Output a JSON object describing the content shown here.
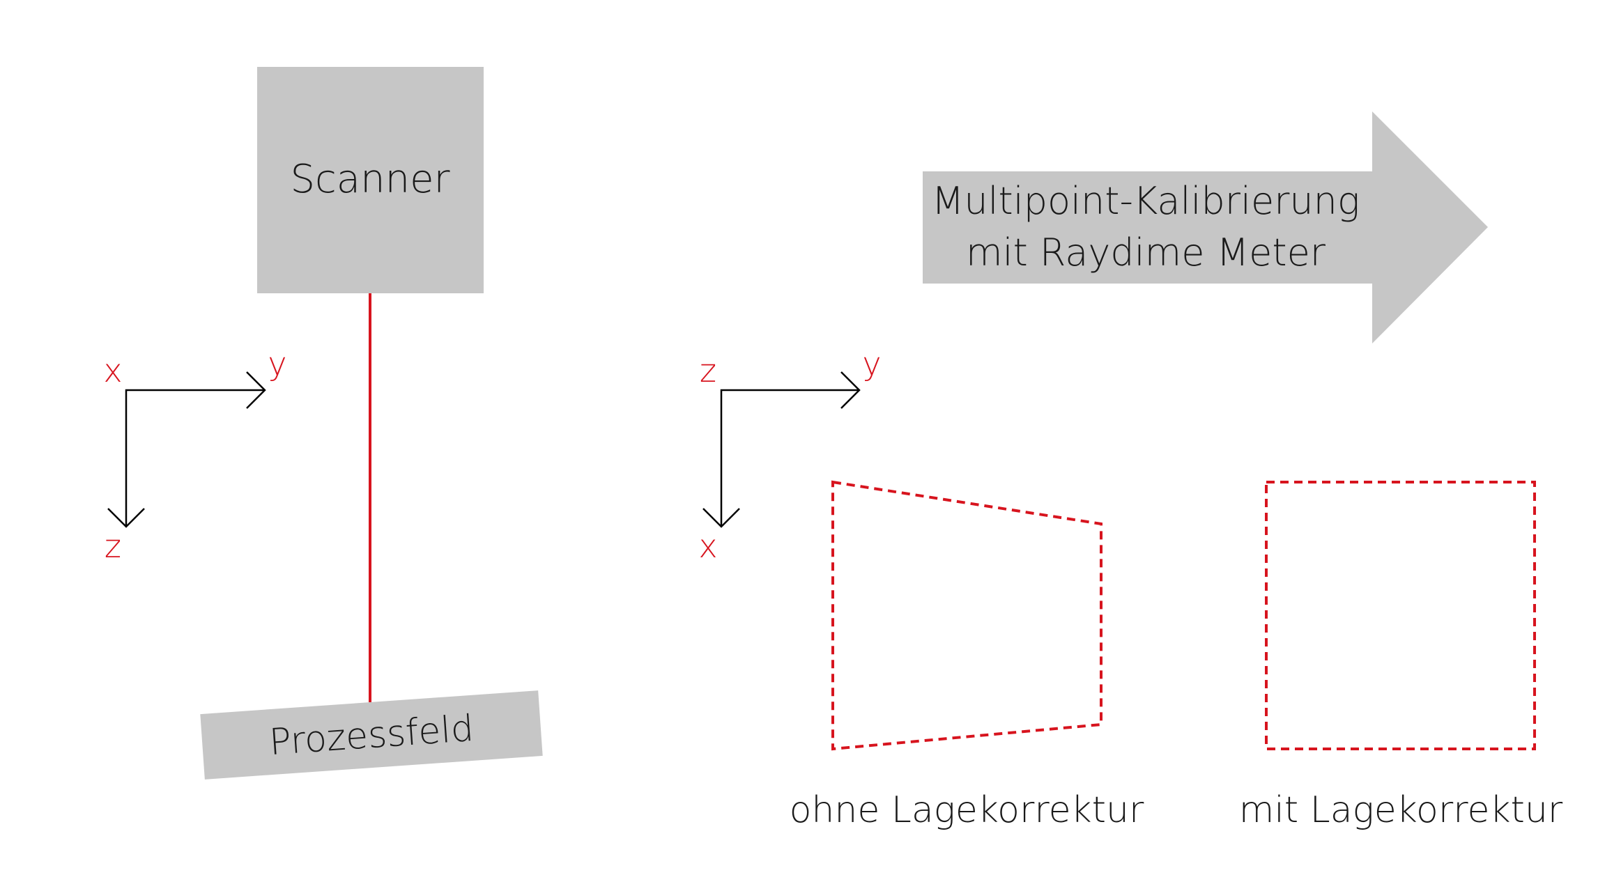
{
  "colors": {
    "box_fill": "#c6c6c6",
    "beam": "#d7141e",
    "axis_line": "#000000",
    "axis_label": "#d7141e",
    "dashed_outline": "#d7141e",
    "text": "#1a1a1a"
  },
  "scanner": {
    "label": "Scanner"
  },
  "process_field": {
    "label": "Prozessfeld"
  },
  "arrow": {
    "line1": "Multipoint-Kalibrierung",
    "line2": "mit Raydime Meter"
  },
  "axes_left": {
    "horizontal_from": "x",
    "horizontal_to": "y",
    "vertical_to": "z"
  },
  "axes_right": {
    "horizontal_from": "z",
    "horizontal_to": "y",
    "vertical_to": "x"
  },
  "field_without": {
    "caption": "ohne Lagekorrektur"
  },
  "field_with": {
    "caption": "mit Lagekorrektur"
  }
}
